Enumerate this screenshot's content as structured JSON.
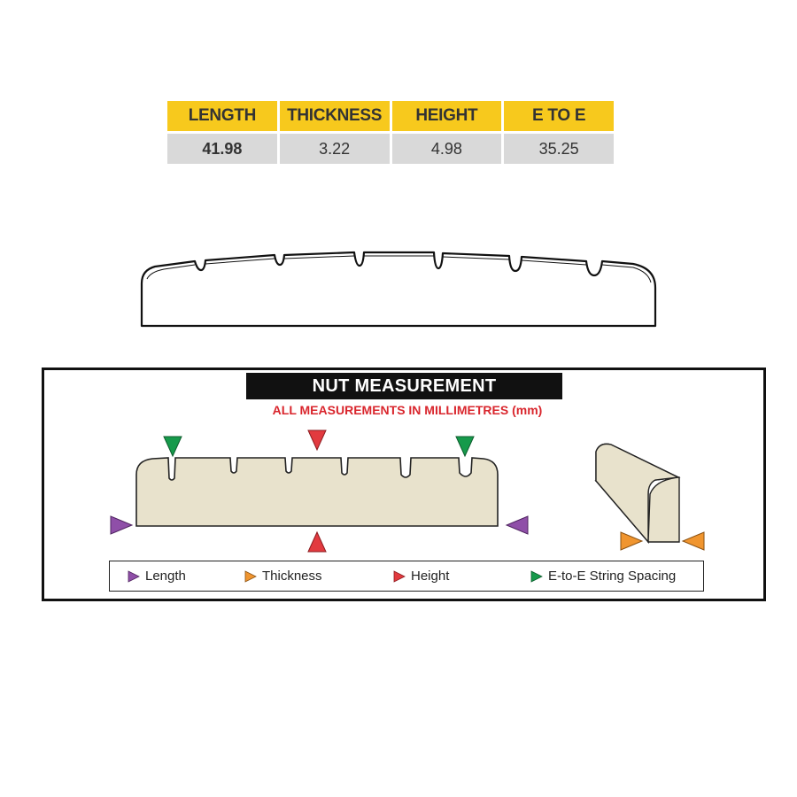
{
  "spec_table": {
    "headers": [
      "LENGTH",
      "THICKNESS",
      "HEIGHT",
      "E TO E"
    ],
    "values": [
      "41.98",
      "3.22",
      "4.98",
      "35.25"
    ]
  },
  "measurement": {
    "title": "NUT MEASUREMENT",
    "subtitle": "ALL MEASUREMENTS IN MILLIMETRES (mm)"
  },
  "legend": [
    {
      "label": "Length",
      "color": "#8f4fa8",
      "icon": "purple-triangle-icon"
    },
    {
      "label": "Thickness",
      "color": "#f0952f",
      "icon": "orange-triangle-icon"
    },
    {
      "label": "Height",
      "color": "#e23a3f",
      "icon": "red-triangle-icon"
    },
    {
      "label": "E-to-E String Spacing",
      "color": "#169a4b",
      "icon": "green-triangle-icon"
    }
  ],
  "colors": {
    "header_bg": "#f7c91d",
    "value_bg": "#d9d9d9",
    "nut_fill": "#e8e2cc",
    "title_bg": "#111111",
    "subtitle": "#d9262d"
  }
}
